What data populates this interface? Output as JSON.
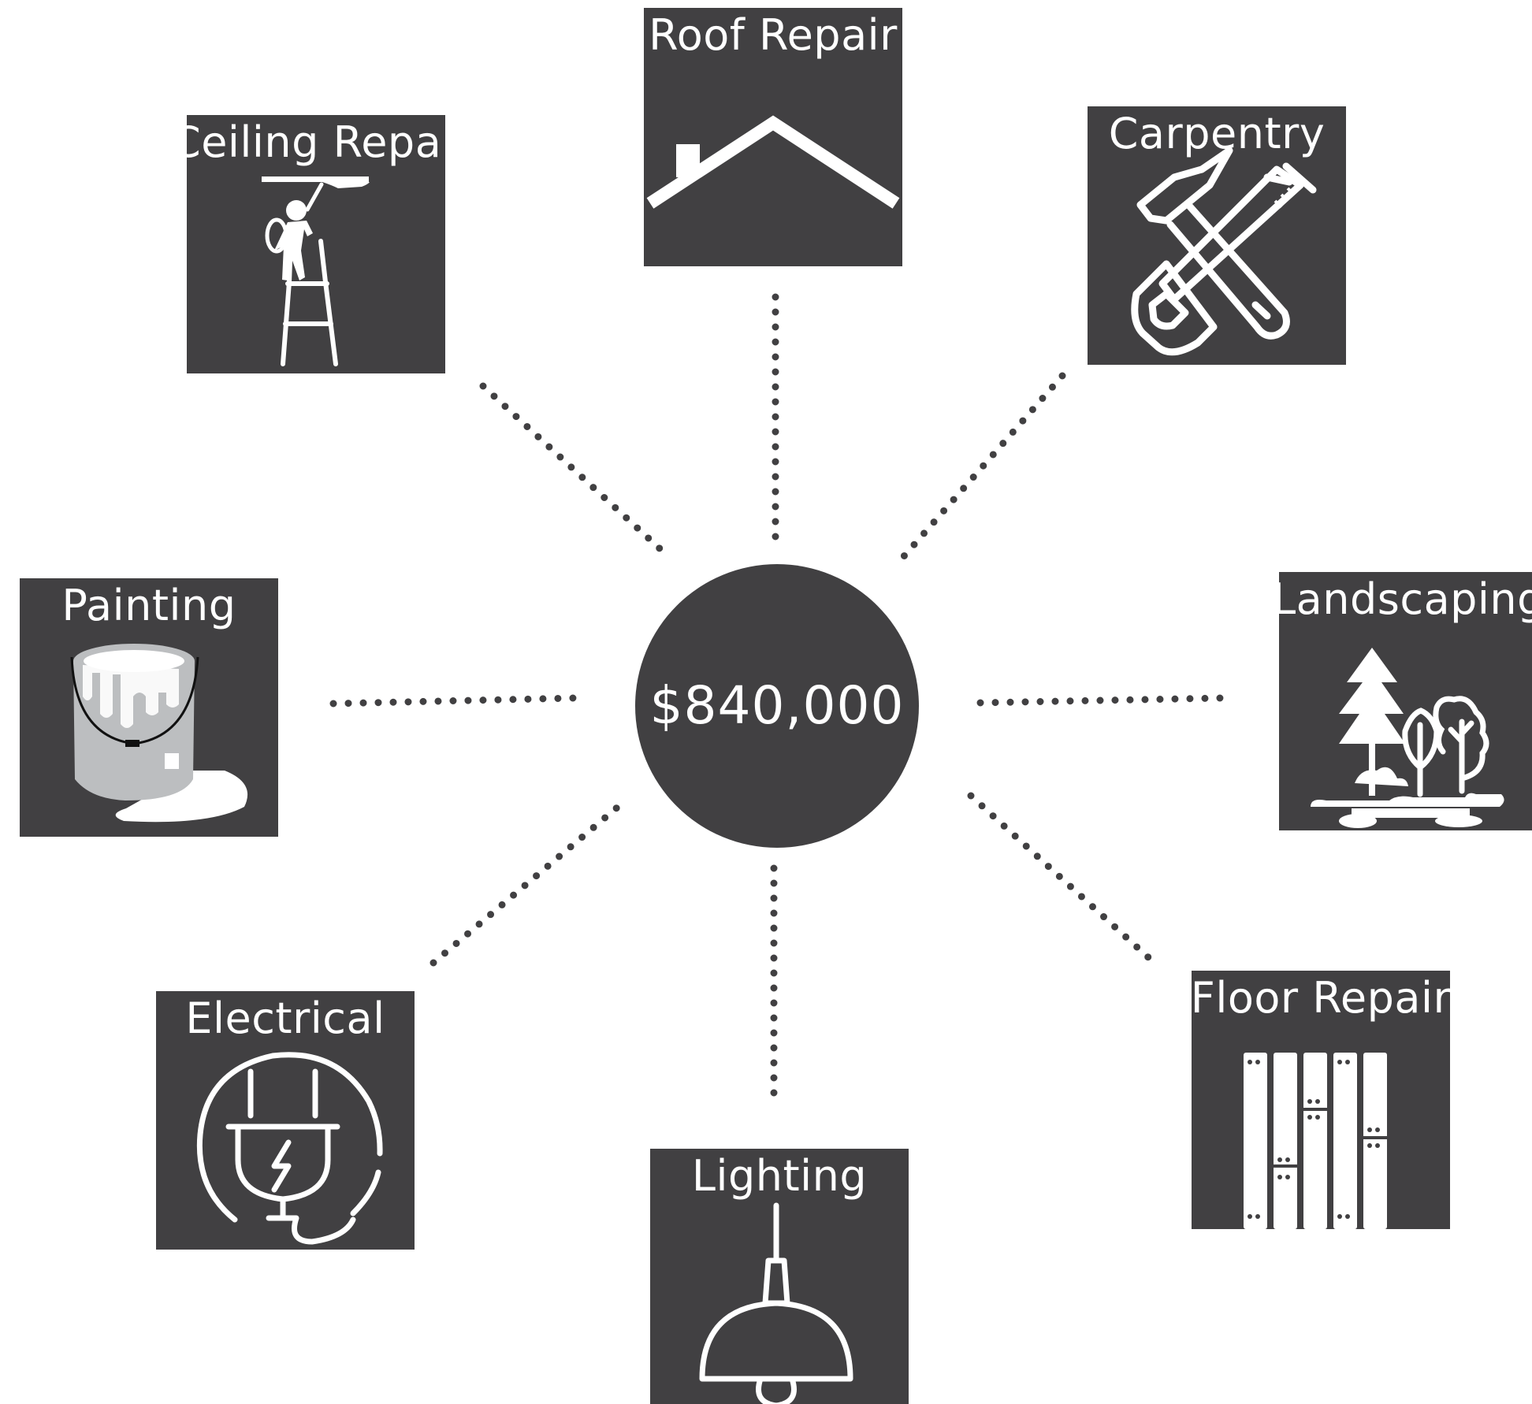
{
  "hub": {
    "value": "$840,000"
  },
  "services": [
    {
      "label": "Roof Repair",
      "icon": "house-roof-icon"
    },
    {
      "label": "Ceiling Repair",
      "icon": "ladder-worker-icon"
    },
    {
      "label": "Carpentry",
      "icon": "hammer-saw-icon"
    },
    {
      "label": "Painting",
      "icon": "paint-bucket-icon"
    },
    {
      "label": "Landscaping",
      "icon": "trees-icon"
    },
    {
      "label": "Electrical",
      "icon": "power-plug-icon"
    },
    {
      "label": "Floor Repair",
      "icon": "floor-planks-icon"
    },
    {
      "label": "Lighting",
      "icon": "pendant-lamp-icon"
    }
  ],
  "colors": {
    "tile": "#414042",
    "icon": "#ffffff",
    "paint_can": "#bcbec0",
    "connector": "#414042"
  }
}
